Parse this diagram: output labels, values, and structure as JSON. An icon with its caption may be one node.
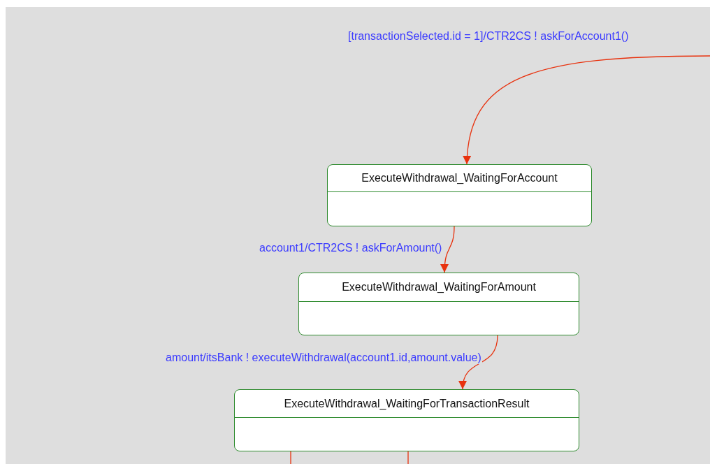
{
  "diagram": {
    "nodes": [
      {
        "text": [
          "ExecuteWithdrawal_WaitingForAccount"
        ]
      },
      {
        "text": [
          "ExecuteWithdrawal_WaitingForAmount"
        ]
      },
      {
        "text": [
          "ExecuteWithdrawal_WaitingForTransactionResult"
        ]
      }
    ],
    "edges": [
      {
        "from": null,
        "to": 0,
        "arrow": "to",
        "label": "[transactionSelected.id = 1]/CTR2CS ! askForAccount1()"
      },
      {
        "from": 0,
        "to": 1,
        "arrow": "to",
        "label": "account1/CTR2CS ! askForAmount()"
      },
      {
        "from": 1,
        "to": 2,
        "arrow": "to",
        "label": "amount/itsBank ! executeWithdrawal(account1.id,amount.value)"
      },
      {
        "from": 2,
        "to": null,
        "arrow": "none"
      },
      {
        "from": 2,
        "to": null,
        "arrow": "none"
      }
    ]
  }
}
